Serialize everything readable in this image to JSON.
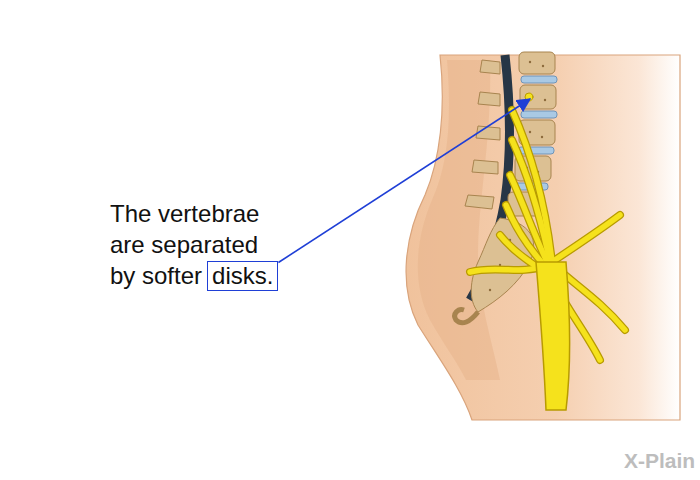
{
  "diagram": {
    "nodes": [
      {
        "text": [
          "disks."
        ]
      }
    ],
    "labels": [
      "The vertebrae are separated by softer",
      "X-Plain"
    ]
  }
}
